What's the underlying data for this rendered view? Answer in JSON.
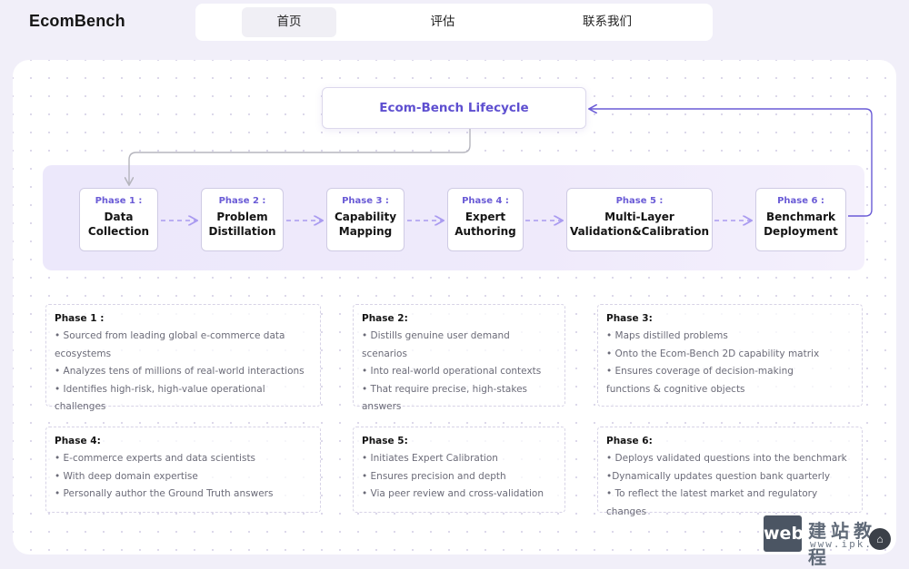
{
  "header": {
    "logo": "EcomBench",
    "nav": [
      "首页",
      "评估",
      "联系我们"
    ],
    "active_nav": "首页"
  },
  "lifecycle": {
    "title": "Ecom-Bench  Lifecycle",
    "phases": [
      {
        "num": "Phase 1 :",
        "name": "Data\nCollection"
      },
      {
        "num": "Phase 2 :",
        "name": "Problem\nDistillation"
      },
      {
        "num": "Phase 3 :",
        "name": "Capability\nMapping"
      },
      {
        "num": "Phase 4 :",
        "name": "Expert\nAuthoring"
      },
      {
        "num": "Phase 5 :",
        "name": "Multi-Layer\nValidation&Calibration"
      },
      {
        "num": "Phase 6 :",
        "name": "Benchmark\nDeployment"
      }
    ]
  },
  "cards": [
    {
      "title": "Phase 1 :",
      "lines": [
        "• Sourced from leading global e-commerce data",
        "ecosystems",
        "• Analyzes tens of millions of real-world interactions",
        "• Identifies high-risk, high-value operational challenges"
      ]
    },
    {
      "title": "Phase 2:",
      "lines": [
        "• Distills genuine user  demand scenarios",
        "• Into real-world operational  contexts",
        "• That require precise, high-stakes answers"
      ]
    },
    {
      "title": "Phase 3:",
      "lines": [
        "• Maps distilled problems",
        "• Onto the Ecom-Bench 2D capability matrix",
        "• Ensures coverage of decision-making",
        "functions & cognitive objects"
      ]
    },
    {
      "title": "Phase 4:",
      "lines": [
        "• E-commerce experts and data scientists",
        "• With deep domain expertise",
        "• Personally author the  Ground Truth answers"
      ]
    },
    {
      "title": "Phase 5:",
      "lines": [
        "• Initiates Expert Calibration",
        "• Ensures precision and depth",
        "• Via peer review and cross-validation"
      ]
    },
    {
      "title": "Phase 6:",
      "lines": [
        "• Deploys validated questions into the benchmark",
        "•Dynamically updates question bank quarterly",
        "• To reflect the latest market and regulatory changes"
      ]
    }
  ],
  "watermark": {
    "web": "web",
    "cn": "建站教程",
    "url": "www.ipk.cn"
  },
  "colors": {
    "accent": "#6a5bd6",
    "arrow": "#a99af0",
    "band": "#ece8fb"
  }
}
